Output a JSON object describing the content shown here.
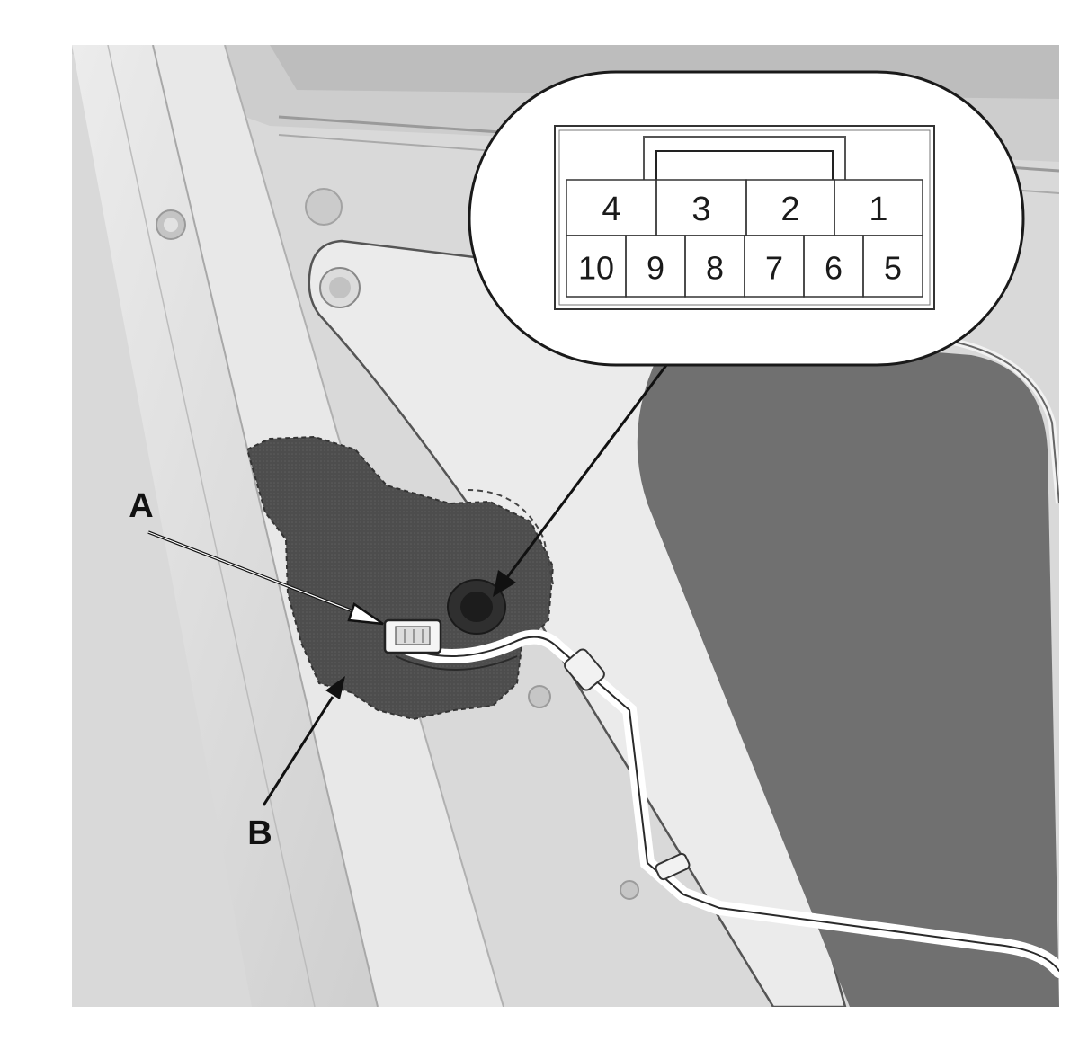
{
  "callouts": {
    "a": {
      "label": "A"
    },
    "b": {
      "label": "B"
    }
  },
  "connector": {
    "top_row": [
      "4",
      "3",
      "2",
      "1"
    ],
    "bottom_row": [
      "10",
      "9",
      "8",
      "7",
      "6",
      "5"
    ]
  },
  "colors": {
    "background": "#ffffff",
    "door_panel": "#d6d6d6",
    "door_frame": "#e6e6e6",
    "trim_dark": "#6e6e6e",
    "foam": "#4a4a4a",
    "outline": "#222222"
  }
}
